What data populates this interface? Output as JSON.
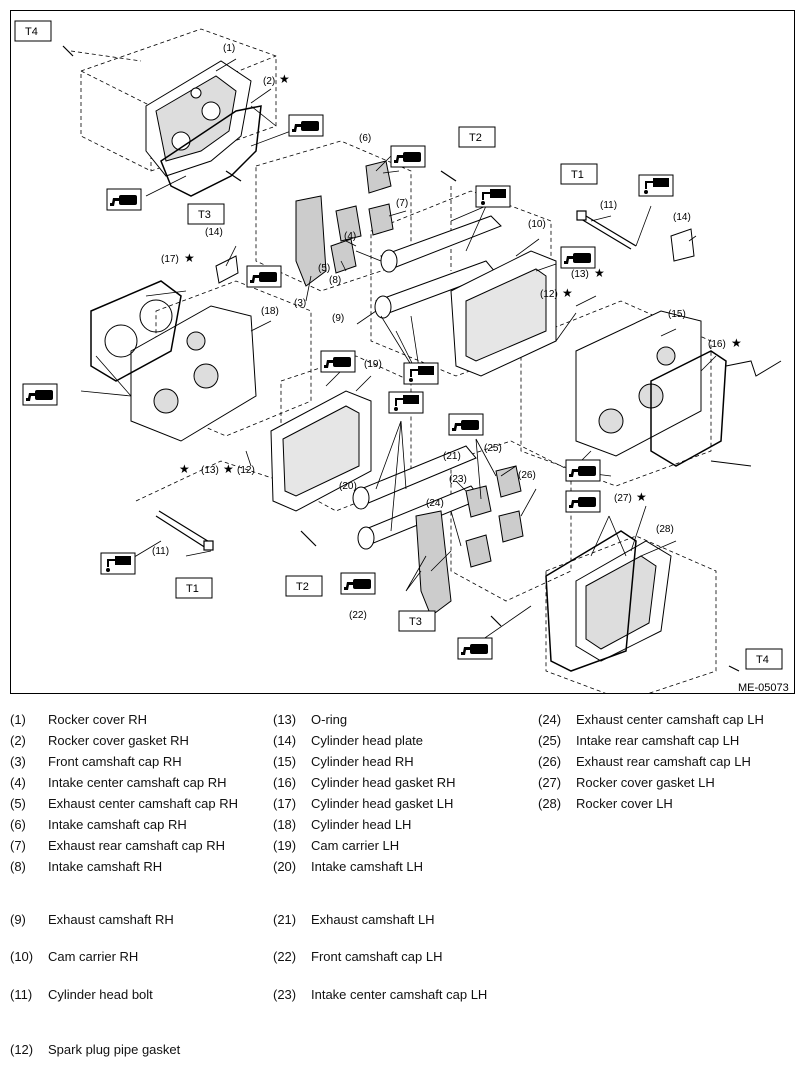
{
  "figure_id": "ME-05073",
  "torque_labels": {
    "t1": "T1",
    "t2": "T2",
    "t3": "T3",
    "t4": "T4"
  },
  "callouts": {
    "c1": "(1)",
    "c2": "(2)",
    "c3": "(3)",
    "c4": "(4)",
    "c5": "(5)",
    "c6": "(6)",
    "c7": "(7)",
    "c8": "(8)",
    "c9": "(9)",
    "c10": "(10)",
    "c11": "(11)",
    "c12": "(12)",
    "c13": "(13)",
    "c14": "(14)",
    "c15": "(15)",
    "c16": "(16)",
    "c17": "(17)",
    "c18": "(18)",
    "c19": "(19)",
    "c20": "(20)",
    "c21": "(21)",
    "c22": "(22)",
    "c23": "(23)",
    "c24": "(24)",
    "c25": "(25)",
    "c26": "(26)",
    "c27": "(27)",
    "c28": "(28)"
  },
  "star_symbol": "★",
  "icons": [
    "oil-can-icon",
    "grease-icon",
    "oil-dropper-icon"
  ],
  "legend": [
    {
      "num": "(1)",
      "text": "Rocker cover RH"
    },
    {
      "num": "(2)",
      "text": "Rocker cover gasket RH"
    },
    {
      "num": "(3)",
      "text": "Front camshaft cap RH"
    },
    {
      "num": "(4)",
      "text": "Intake center camshaft cap RH"
    },
    {
      "num": "(5)",
      "text": "Exhaust center camshaft cap RH"
    },
    {
      "num": "(6)",
      "text": "Intake camshaft cap RH"
    },
    {
      "num": "(7)",
      "text": "Exhaust rear camshaft cap RH"
    },
    {
      "num": "(8)",
      "text": "Intake camshaft RH"
    },
    {
      "num": "(9)",
      "text": "Exhaust camshaft RH"
    },
    {
      "num": "(10)",
      "text": "Cam carrier RH"
    },
    {
      "num": "(11)",
      "text": "Cylinder head bolt"
    },
    {
      "num": "(12)",
      "text": "Spark plug pipe gasket"
    },
    {
      "num": "(13)",
      "text": "O-ring"
    },
    {
      "num": "(14)",
      "text": "Cylinder head plate"
    },
    {
      "num": "(15)",
      "text": "Cylinder head RH"
    },
    {
      "num": "(16)",
      "text": "Cylinder head gasket RH"
    },
    {
      "num": "(17)",
      "text": "Cylinder head gasket LH"
    },
    {
      "num": "(18)",
      "text": "Cylinder head LH"
    },
    {
      "num": "(19)",
      "text": "Cam carrier LH"
    },
    {
      "num": "(20)",
      "text": "Intake camshaft LH"
    },
    {
      "num": "(21)",
      "text": "Exhaust camshaft LH"
    },
    {
      "num": "(22)",
      "text": "Front camshaft cap LH"
    },
    {
      "num": "(23)",
      "text": "Intake center camshaft cap LH"
    },
    {
      "num": "(24)",
      "text": "Exhaust center camshaft cap LH"
    },
    {
      "num": "(25)",
      "text": "Intake rear camshaft cap LH"
    },
    {
      "num": "(26)",
      "text": "Exhaust rear camshaft cap LH"
    },
    {
      "num": "(27)",
      "text": "Rocker cover gasket LH"
    },
    {
      "num": "(28)",
      "text": "Rocker cover LH"
    }
  ]
}
